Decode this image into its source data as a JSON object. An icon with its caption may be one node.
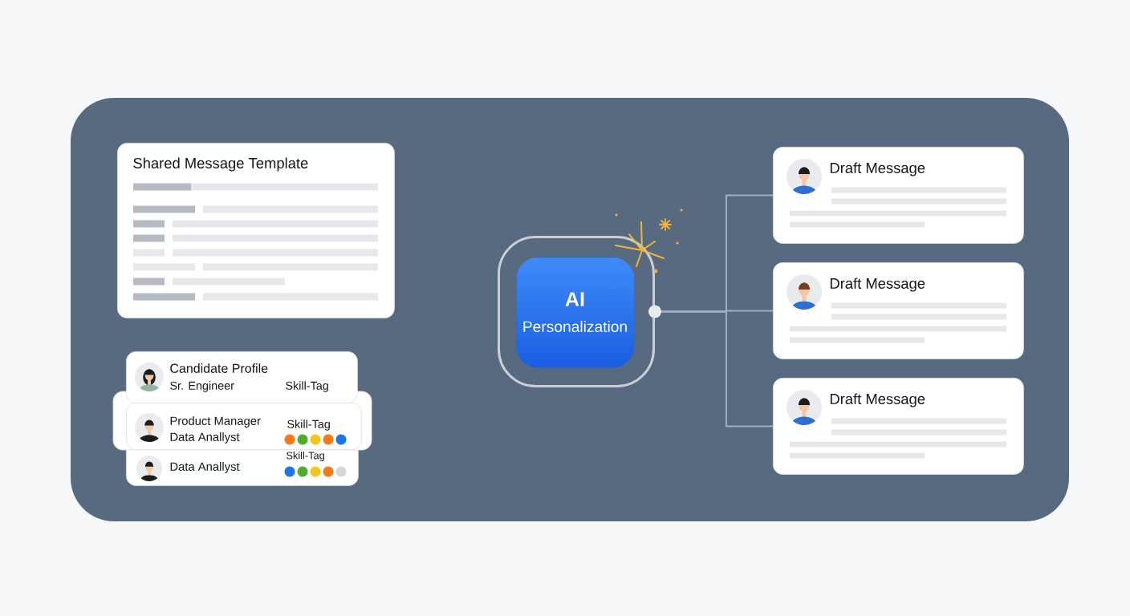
{
  "diagram": {
    "nodes": [
      {
        "text": [
          "Shared Message Template"
        ]
      },
      {
        "text": [
          "Candidate Profile",
          "Sr. Engineer",
          "Skill-Tag"
        ]
      },
      {
        "text": [
          "Product Manager",
          "Data Anallyst",
          "Skill-Tag"
        ]
      },
      {
        "text": [
          "Data Anallyst",
          "Skill-Tag"
        ]
      },
      {
        "text": [],
        "shape": "box"
      },
      {
        "text": [
          "AI",
          "Personalization"
        ],
        "in": 4
      },
      {
        "text": [
          "Draft Message"
        ]
      },
      {
        "text": [
          "Draft Message"
        ]
      },
      {
        "text": [
          "Draft Message"
        ]
      }
    ],
    "edges": [
      {
        "from": 4,
        "to": 6,
        "arrow": "none"
      },
      {
        "from": 4,
        "to": 7,
        "arrow": "none"
      },
      {
        "from": 4,
        "to": 8,
        "arrow": "none"
      }
    ]
  }
}
